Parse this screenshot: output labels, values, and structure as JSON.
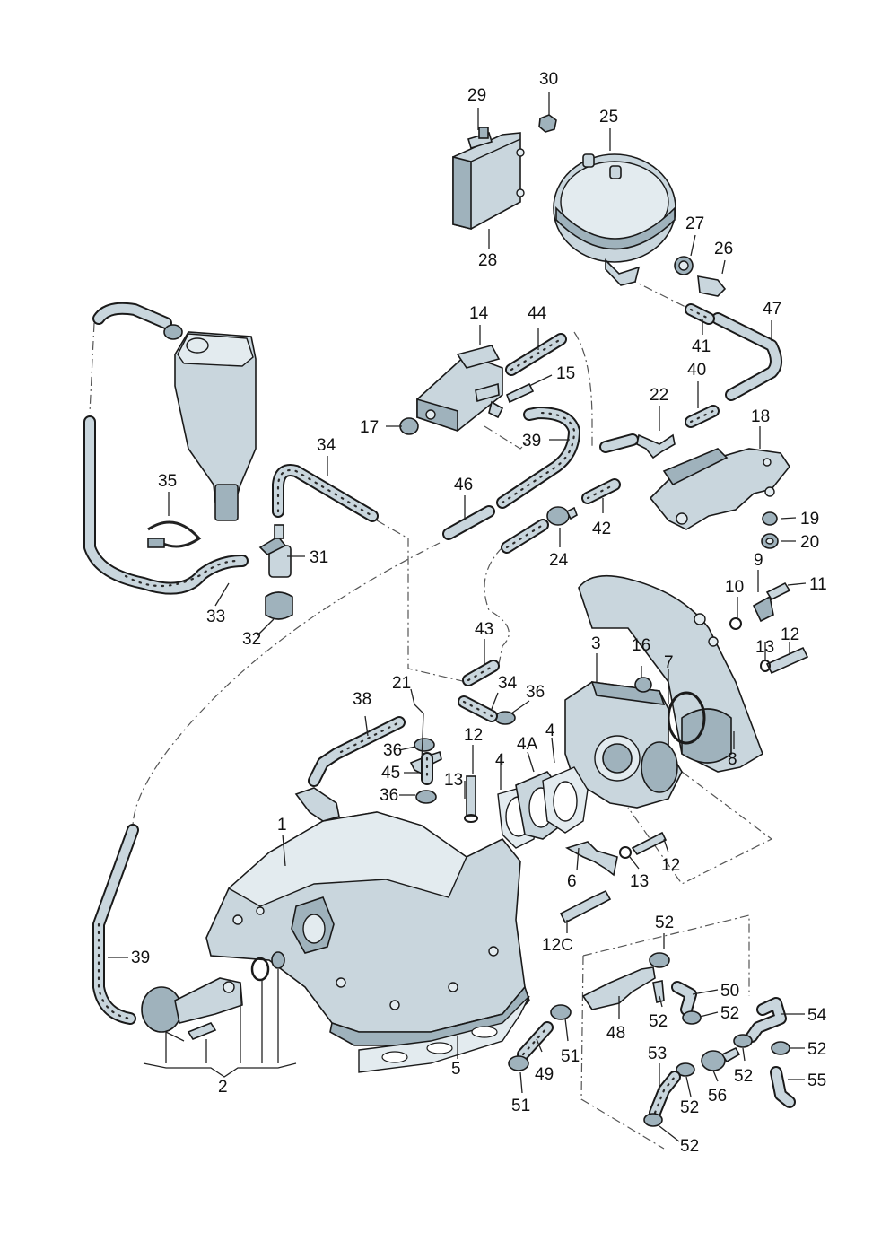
{
  "callouts": {
    "c1": "1",
    "c2": "2",
    "c3": "3",
    "c4a": "4",
    "c4b": "4",
    "c4A": "4A",
    "c5": "5",
    "c6": "6",
    "c7": "7",
    "c8": "8",
    "c9": "9",
    "c10": "10",
    "c11": "11",
    "c12a": "12",
    "c12b": "12",
    "c12c": "12",
    "c12C": "12C",
    "c13a": "13",
    "c13b": "13",
    "c13c": "13",
    "c14": "14",
    "c15": "15",
    "c16": "16",
    "c17": "17",
    "c18": "18",
    "c19": "19",
    "c20": "20",
    "c21": "21",
    "c22": "22",
    "c24": "24",
    "c25": "25",
    "c26": "26",
    "c27": "27",
    "c28": "28",
    "c29": "29",
    "c30": "30",
    "c31": "31",
    "c32": "32",
    "c33": "33",
    "c34a": "34",
    "c34b": "34",
    "c35": "35",
    "c36a": "36",
    "c36b": "36",
    "c36c": "36",
    "c38": "38",
    "c39a": "39",
    "c39b": "39",
    "c40": "40",
    "c41": "41",
    "c42": "42",
    "c43": "43",
    "c44": "44",
    "c45": "45",
    "c46": "46",
    "c47": "47",
    "c48": "48",
    "c49": "49",
    "c50": "50",
    "c51a": "51",
    "c51b": "51",
    "c52a": "52",
    "c52b": "52",
    "c52c": "52",
    "c52d": "52",
    "c52e": "52",
    "c52f": "52",
    "c52g": "52",
    "c53": "53",
    "c54": "54",
    "c55": "55",
    "c56": "56"
  },
  "colors": {
    "part_fill": "#c9d6dd",
    "part_shade": "#9fb2bc",
    "line": "#1a1a1a"
  }
}
